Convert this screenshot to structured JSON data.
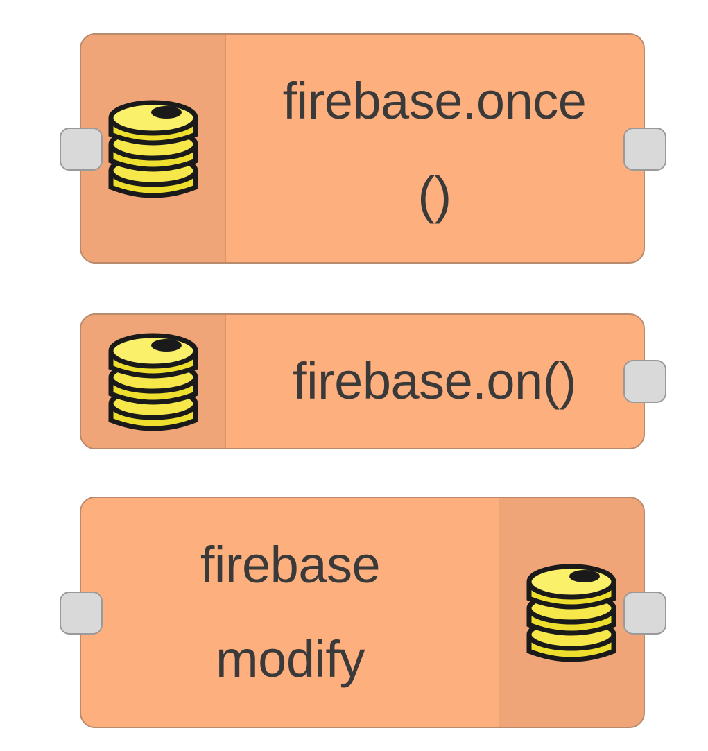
{
  "nodes": [
    {
      "id": "firebase-once",
      "label_lines": [
        "firebase.once",
        "()"
      ],
      "icon": "database-icon",
      "has_input": true,
      "has_output": true
    },
    {
      "id": "firebase-on",
      "label_lines": [
        "firebase.on()"
      ],
      "icon": "database-icon",
      "has_input": false,
      "has_output": true
    },
    {
      "id": "firebase-modify",
      "label_lines": [
        "firebase",
        "modify"
      ],
      "icon": "database-icon",
      "has_input": true,
      "has_output": true
    }
  ],
  "colors": {
    "node_bg": "#fdaf7e",
    "node_border": "#b98a6c",
    "port_bg": "#d9d9d9",
    "icon_yellow": "#f2e23a",
    "label_text": "#3a3a3a"
  }
}
